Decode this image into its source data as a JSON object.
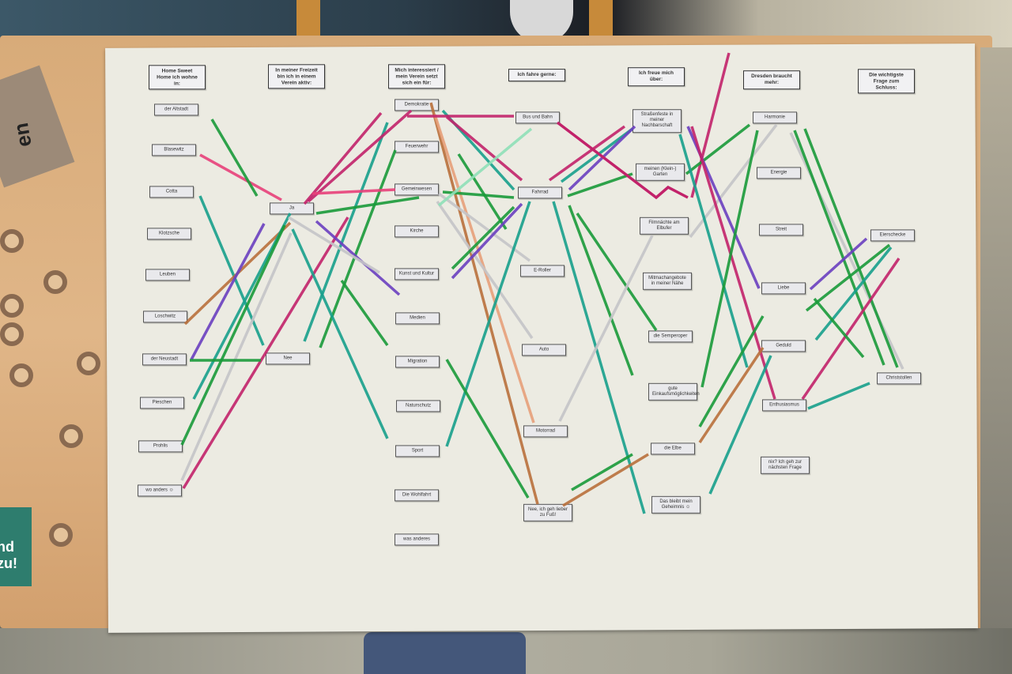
{
  "scene": {
    "box_text": "en",
    "card_text": "nd zu!"
  },
  "poster": {
    "columns": [
      {
        "header": "Home Sweet Home ich wohne in:",
        "items": [
          "der Altstadt",
          "Blasewitz",
          "Cotta",
          "Klotzsche",
          "Leuben",
          "Loschwitz",
          "der Neustadt",
          "Pieschen",
          "Prohlis",
          "wo anders ☺"
        ]
      },
      {
        "header": "In meiner Freizeit bin ich in einem Verein aktiv:",
        "items": [
          "Ja",
          "Nee"
        ]
      },
      {
        "header": "Mich interessiert / mein Verein setzt sich ein für:",
        "items": [
          "Demokratie",
          "Feuerwehr",
          "Gemeinwesen",
          "Kirche",
          "Kunst und Kultur",
          "Medien",
          "Migration",
          "Naturschutz",
          "Sport",
          "Die Wohlfahrt",
          "was anderes"
        ]
      },
      {
        "header": "Ich fahre gerne:",
        "items": [
          "Bus und Bahn",
          "Fahrrad",
          "E-Roller",
          "Auto",
          "Motorrad",
          "Nee, ich geh lieber zu Fuß!"
        ]
      },
      {
        "header": "Ich freue mich über:",
        "items": [
          "Straßenfeste in meiner Nachbarschaft",
          "meinen (Klein-) Garten",
          "Filmnächte am Elbufer",
          "Mitmachangebote in meiner Nähe",
          "die Semperoper",
          "gute Einkaufsmöglichkeiten",
          "die Elbe",
          "Das bleibt mein Geheimnis ☺"
        ]
      },
      {
        "header": "Dresden braucht mehr:",
        "items": [
          "Harmonie",
          "Energie",
          "Streit",
          "Liebe",
          "Geduld",
          "Enthusiasmus",
          "nix? Ich geh zur nächsten Frage"
        ]
      },
      {
        "header": "Die wichtigste Frage zum Schluss:",
        "items": [
          "Eierschecke",
          "Christstollen"
        ]
      }
    ]
  },
  "colors": {
    "poster": "#ecebe2",
    "table": "#dcb283",
    "tape_green": "#1a9a3a",
    "tape_teal": "#17a08c",
    "tape_magenta": "#c2226a",
    "tape_pink": "#e8407a",
    "tape_purple": "#6a3fc0",
    "tape_brown": "#b9703c",
    "tape_silver": "#c4c4c8"
  }
}
